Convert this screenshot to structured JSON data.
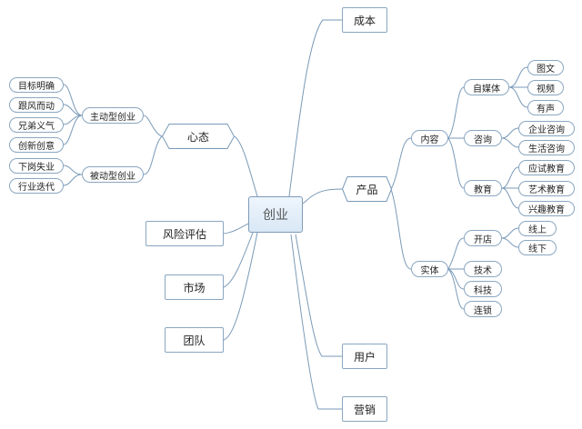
{
  "root": "创业",
  "branches": {
    "chengben": "成本",
    "chanpin": "产品",
    "yonghu": "用户",
    "yingxiao": "营销",
    "xintai": "心态",
    "fengxian": "风险评估",
    "shichang": "市场",
    "tuandui": "团队"
  },
  "xintai_children": {
    "zhudong": "主动型创业",
    "beidong": "被动型创业",
    "zhudong_items": [
      "目标明确",
      "跟风而动",
      "兄弟义气",
      "创新创意"
    ],
    "beidong_items": [
      "下岗失业",
      "行业迭代"
    ]
  },
  "chanpin_children": {
    "neirong": "内容",
    "shiti": "实体",
    "zimeiti": "自媒体",
    "zixun": "咨询",
    "jiaoyu": "教育",
    "zimeiti_items": [
      "图文",
      "视频",
      "有声"
    ],
    "zixun_items": [
      "企业咨询",
      "生活咨询"
    ],
    "jiaoyu_items": [
      "应试教育",
      "艺术教育",
      "兴趣教育"
    ],
    "kaidian": "开店",
    "kaidian_items": [
      "线上",
      "线下"
    ],
    "jishu": "技术",
    "keji": "科技",
    "liansuo": "连锁"
  }
}
